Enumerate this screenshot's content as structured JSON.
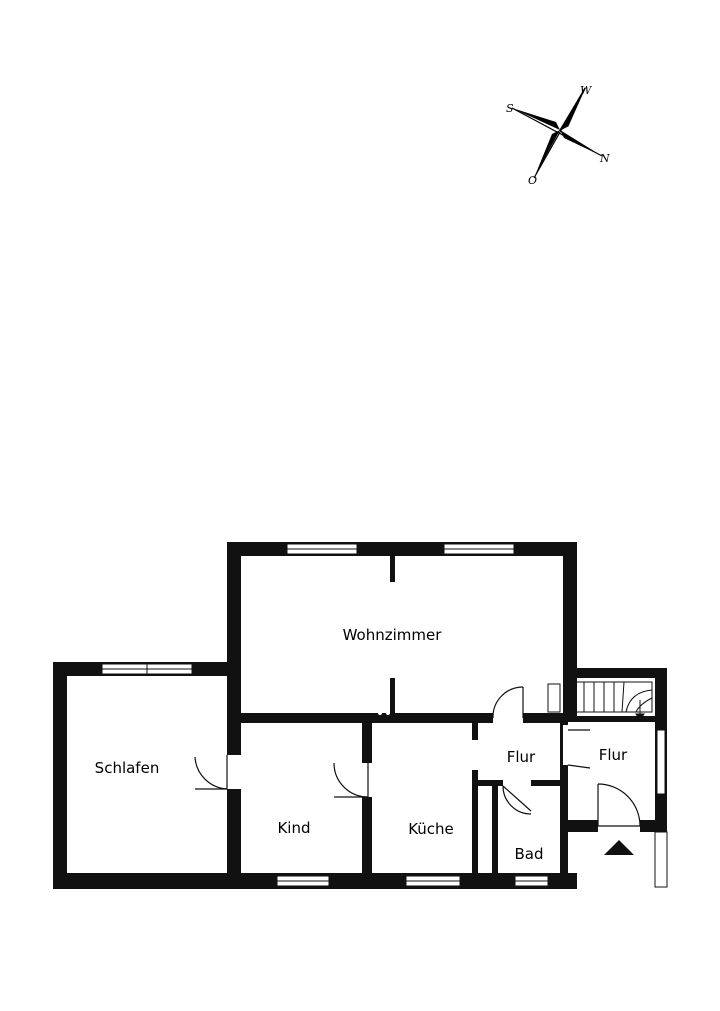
{
  "compass": {
    "north": "N",
    "south": "S",
    "west": "W",
    "east": "O"
  },
  "rooms": {
    "living": "Wohnzimmer",
    "bedroom": "Schlafen",
    "child": "Kind",
    "kitchen": "Küche",
    "bath": "Bad",
    "hall_inner": "Flur",
    "hall_entry": "Flur"
  },
  "colors": {
    "wall": "#111111",
    "background": "#ffffff"
  }
}
